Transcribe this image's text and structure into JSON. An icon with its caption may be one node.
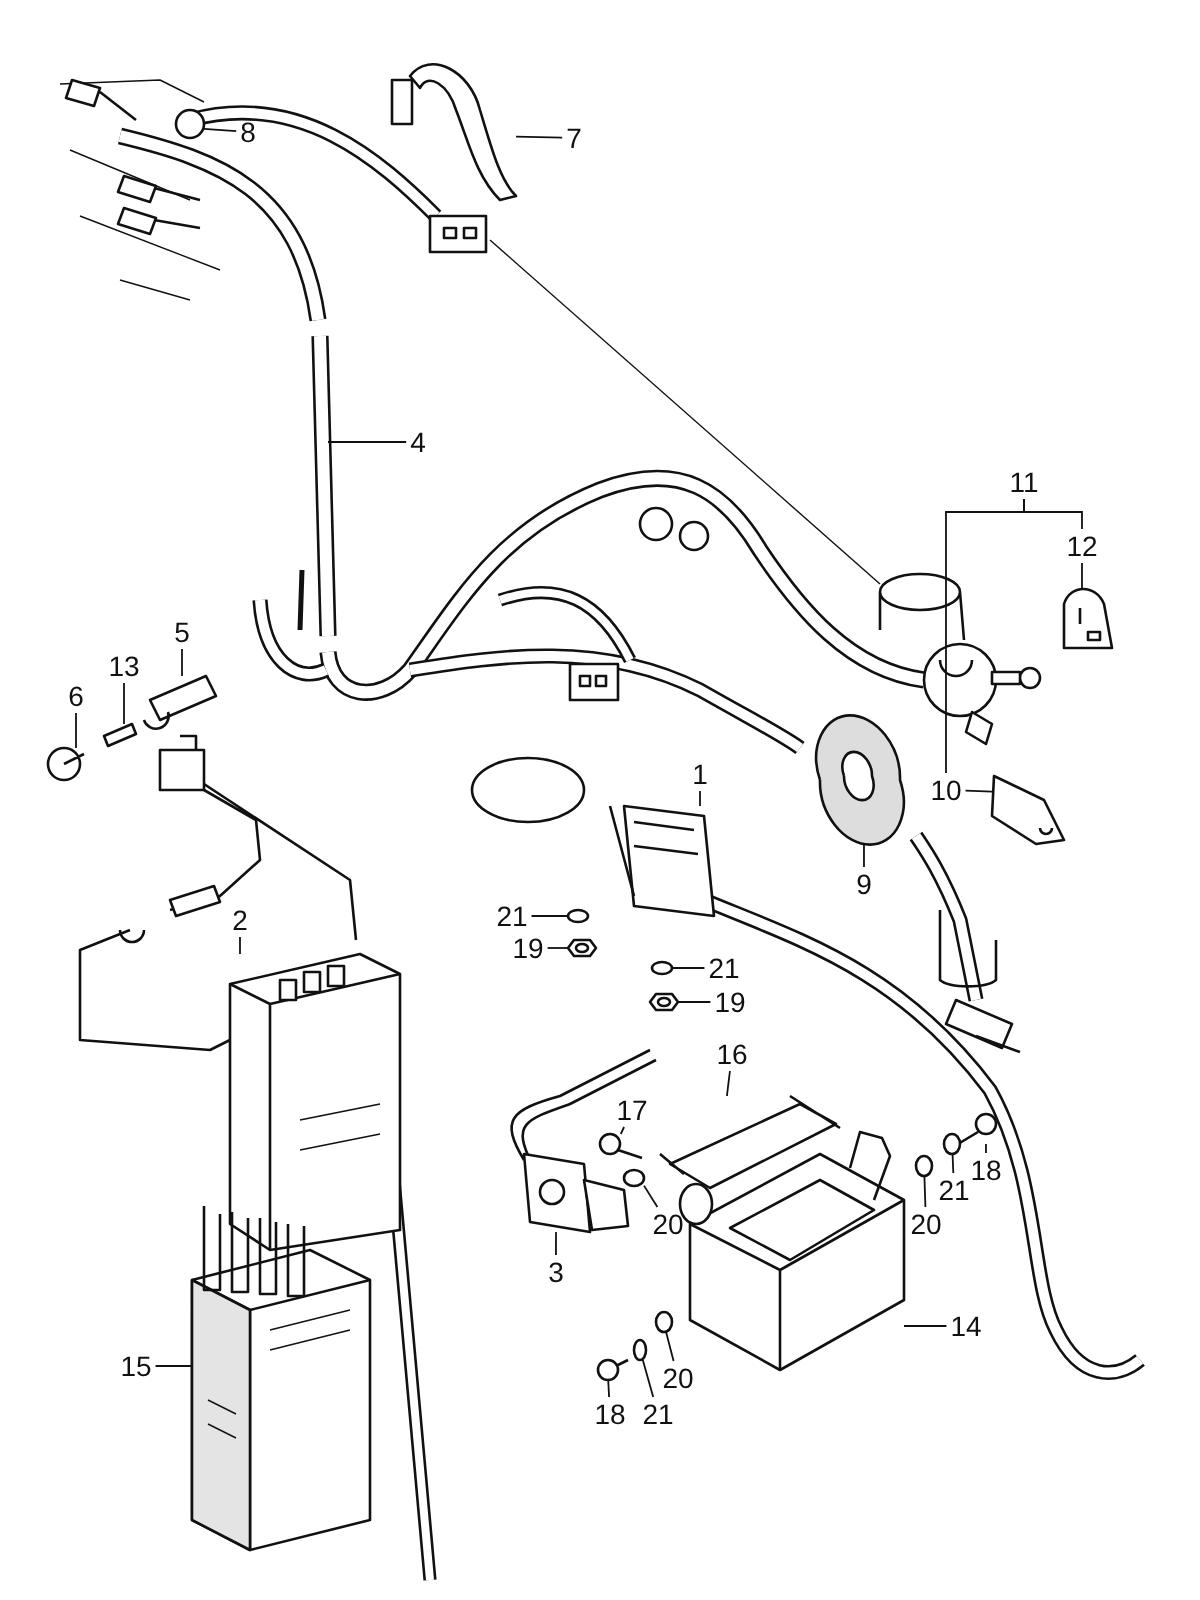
{
  "diagram": {
    "nodes": [
      {
        "text": [
          "8"
        ]
      },
      {
        "text": [
          "7"
        ]
      },
      {
        "text": [
          "4"
        ]
      },
      {
        "text": [
          "11"
        ]
      },
      {
        "text": [
          "12"
        ]
      },
      {
        "text": [
          "5"
        ]
      },
      {
        "text": [
          "13"
        ]
      },
      {
        "text": [
          "6"
        ]
      },
      {
        "text": [
          "1"
        ]
      },
      {
        "text": [
          "10"
        ]
      },
      {
        "text": [
          "9"
        ]
      },
      {
        "text": [
          "21"
        ]
      },
      {
        "text": [
          "2"
        ]
      },
      {
        "text": [
          "19"
        ]
      },
      {
        "text": [
          "21"
        ]
      },
      {
        "text": [
          "19"
        ]
      },
      {
        "text": [
          "16"
        ]
      },
      {
        "text": [
          "17"
        ]
      },
      {
        "text": [
          "18"
        ]
      },
      {
        "text": [
          "21"
        ]
      },
      {
        "text": [
          "20"
        ]
      },
      {
        "text": [
          "20"
        ]
      },
      {
        "text": [
          "3"
        ]
      },
      {
        "text": [
          "14"
        ]
      },
      {
        "text": [
          "15"
        ]
      },
      {
        "text": [
          "20"
        ]
      },
      {
        "text": [
          "21"
        ]
      },
      {
        "text": [
          "18"
        ]
      },
      {
        "text": [],
        "shape": "picture"
      },
      {
        "text": [],
        "shape": "picture"
      },
      {
        "text": [],
        "shape": "picture"
      },
      {
        "text": [],
        "shape": "picture"
      },
      {
        "text": [],
        "shape": "picture"
      },
      {
        "text": [],
        "shape": "picture"
      },
      {
        "text": [],
        "shape": "picture"
      },
      {
        "text": [],
        "shape": "picture"
      },
      {
        "text": [],
        "shape": "picture"
      },
      {
        "text": [],
        "shape": "picture"
      },
      {
        "text": [],
        "shape": "picture"
      },
      {
        "text": [],
        "shape": "picture"
      },
      {
        "text": [],
        "shape": "picture"
      },
      {
        "text": [],
        "shape": "picture"
      },
      {
        "text": [],
        "shape": "picture"
      },
      {
        "text": [],
        "shape": "picture"
      },
      {
        "text": [],
        "shape": "picture"
      },
      {
        "text": [],
        "shape": "picture"
      },
      {
        "text": [],
        "shape": "picture"
      },
      {
        "text": [],
        "shape": "picture"
      },
      {
        "text": [],
        "shape": "picture"
      },
      {
        "text": [],
        "shape": "picture"
      },
      {
        "text": [],
        "shape": "picture"
      },
      {
        "text": [],
        "shape": "picture"
      },
      {
        "text": [],
        "shape": "picture"
      },
      {
        "text": [],
        "shape": "picture"
      },
      {
        "text": [],
        "shape": "picture"
      }
    ],
    "edges": [
      {
        "from": 0,
        "to": 28,
        "arrow": "none"
      },
      {
        "from": 1,
        "to": 29,
        "arrow": "none"
      },
      {
        "from": 2,
        "to": 30,
        "arrow": "none"
      },
      {
        "from": 3,
        "to": 9,
        "arrow": "none"
      },
      {
        "from": 4,
        "to": 31,
        "arrow": "none"
      },
      {
        "from": 5,
        "to": 32,
        "arrow": "none"
      },
      {
        "from": 6,
        "to": 33,
        "arrow": "none"
      },
      {
        "from": 7,
        "to": 34,
        "arrow": "none"
      },
      {
        "from": 8,
        "to": 35,
        "arrow": "none"
      },
      {
        "from": 9,
        "to": 36,
        "arrow": "none"
      },
      {
        "from": 10,
        "to": 37,
        "arrow": "none"
      },
      {
        "from": 11,
        "to": 38,
        "arrow": "none"
      },
      {
        "from": 12,
        "to": 39,
        "arrow": "none"
      },
      {
        "from": 13,
        "to": 40,
        "arrow": "none"
      },
      {
        "from": 14,
        "to": 41,
        "arrow": "none"
      },
      {
        "from": 15,
        "to": 42,
        "arrow": "none"
      },
      {
        "from": 16,
        "to": 43,
        "arrow": "none"
      },
      {
        "from": 17,
        "to": 44,
        "arrow": "none"
      },
      {
        "from": 18,
        "to": 45,
        "arrow": "none"
      },
      {
        "from": 19,
        "to": 46,
        "arrow": "none"
      },
      {
        "from": 20,
        "to": 47,
        "arrow": "none"
      },
      {
        "from": 21,
        "to": 48,
        "arrow": "none"
      },
      {
        "from": 22,
        "to": 49,
        "arrow": "none"
      },
      {
        "from": 23,
        "to": 50,
        "arrow": "none"
      },
      {
        "from": 24,
        "to": 51,
        "arrow": "none"
      },
      {
        "from": 25,
        "to": 52,
        "arrow": "none"
      },
      {
        "from": 26,
        "to": 53,
        "arrow": "none"
      },
      {
        "from": 27,
        "to": 54,
        "arrow": "none"
      },
      {
        "from": 3,
        "to": 4,
        "arrow": "none"
      }
    ]
  }
}
